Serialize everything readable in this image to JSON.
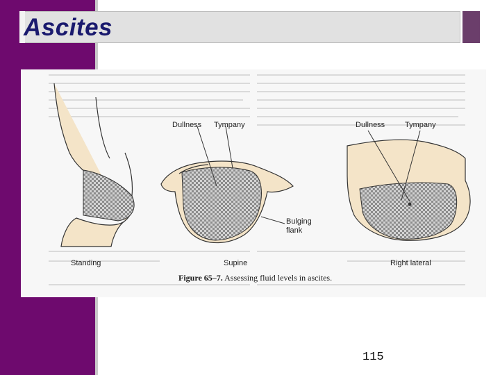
{
  "slide": {
    "title": "Ascites",
    "page_number": "115",
    "colors": {
      "left_band": "#6e0a6e",
      "title_text": "#1a1a6e",
      "title_bar": "#e1e1e1",
      "accent_block": "#6b3e6b"
    }
  },
  "figure": {
    "caption_number": "Figure 65–7.",
    "caption_text": "Assessing fluid levels in ascites.",
    "panels": {
      "standing": {
        "label": "Standing"
      },
      "supine": {
        "label": "Supine",
        "dullness": "Dullness",
        "tympany": "Tympany",
        "bulging_1": "Bulging",
        "bulging_2": "flank"
      },
      "right_lateral": {
        "label": "Right lateral",
        "dullness": "Dullness",
        "tympany": "Tympany"
      }
    }
  }
}
